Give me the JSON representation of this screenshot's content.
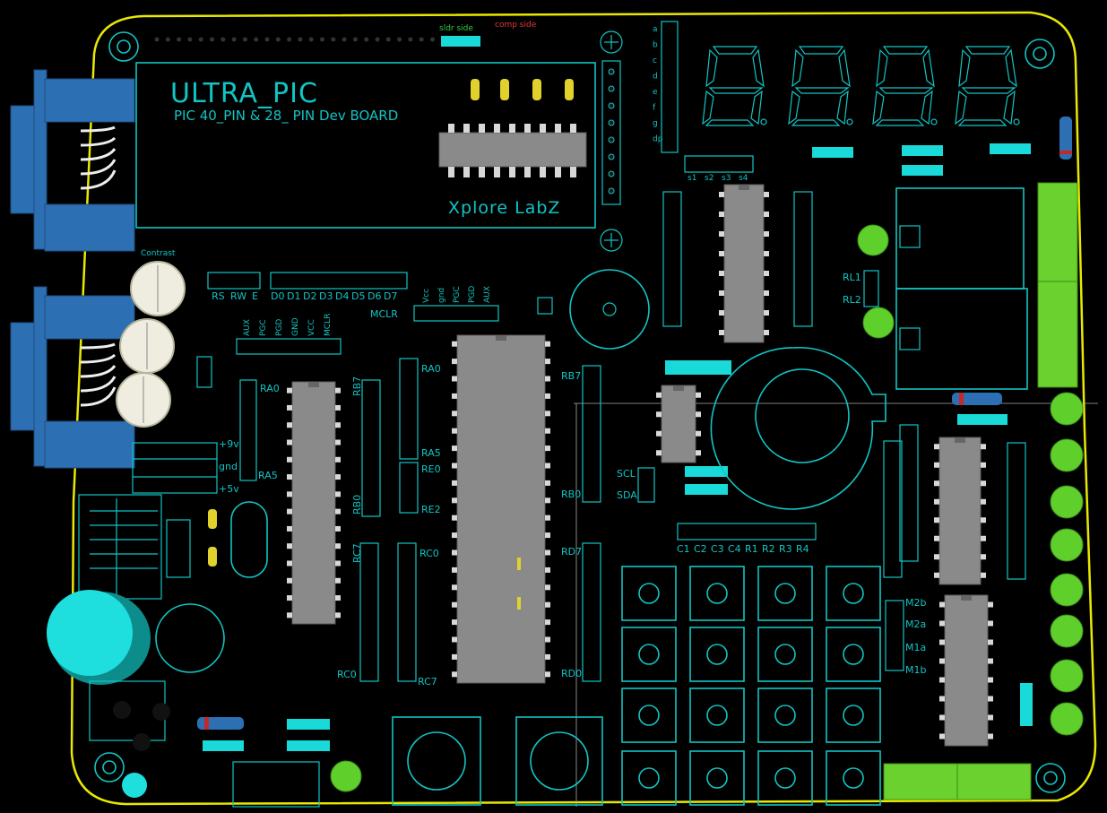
{
  "title": "ULTRA_PIC",
  "subtitle": "PIC 40_PIN & 28_ PIN Dev BOARD",
  "brand": "Xplore LabZ",
  "top_labels": {
    "solder_side": "sldr side",
    "comp_side": "comp side"
  },
  "contrast": "Contrast",
  "lcd_pins": [
    "RS",
    "RW",
    "E",
    "D0",
    "D1",
    "D2",
    "D3",
    "D4",
    "D5",
    "D6",
    "D7"
  ],
  "icsp_top": [
    "Vcc",
    "gnd",
    "PGC",
    "PGD",
    "AUX"
  ],
  "icsp_left": [
    "AUX",
    "PGC",
    "PGD",
    "GND",
    "VCC",
    "MCLR"
  ],
  "mclr": "MCLR",
  "seg_labels": [
    "a",
    "b",
    "c",
    "d",
    "e",
    "f",
    "g",
    "dp"
  ],
  "digit_select": [
    "s1",
    "s2",
    "s3",
    "s4"
  ],
  "relays": [
    "RL1",
    "RL2"
  ],
  "power": [
    "+9v",
    "gnd",
    "+5v"
  ],
  "ports": {
    "ra0_left": "RA0",
    "ra5_left": "RA5",
    "rb7_small": "RB7",
    "rb0_small": "RB0",
    "rc7_small": "RC7",
    "rc0_small": "RC0",
    "ra0_mid": "RA0",
    "ra5_mid": "RA5",
    "re0": "RE0",
    "re2": "RE2",
    "rc0_mid": "RC0",
    "rc7_mid": "RC7",
    "rb7_right": "RB7",
    "rb0_right": "RB0",
    "rd7": "RD7",
    "rd0": "RD0"
  },
  "i2c": [
    "SCL",
    "SDA"
  ],
  "keypad_pins": [
    "C1",
    "C2",
    "C3",
    "C4",
    "R1",
    "R2",
    "R3",
    "R4"
  ],
  "motor": [
    "M2b",
    "M2a",
    "M1a",
    "M1b"
  ],
  "colors": {
    "silkscreen": "#12c4c4",
    "board": "#000000",
    "outline": "#e8e800",
    "led": "#5fcf2c",
    "connector": "#2d6fb3"
  }
}
